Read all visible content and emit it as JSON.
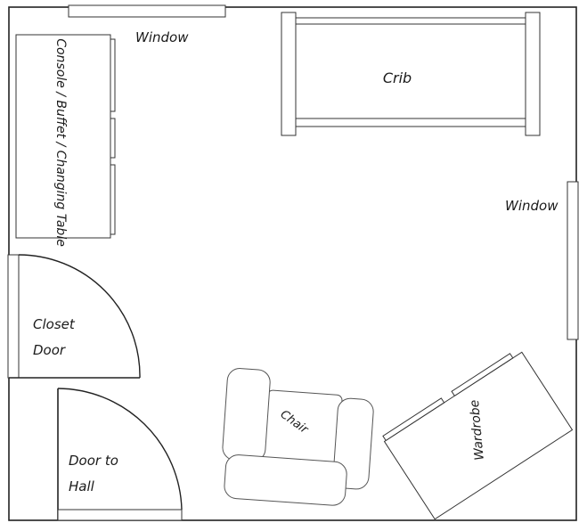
{
  "labels": {
    "window_top": "Window",
    "window_right": "Window",
    "crib": "Crib",
    "console": "Console / Buffet / Changing Table",
    "closet_line1": "Closet",
    "closet_line2": "Door",
    "hall_line1": "Door to",
    "hall_line2": "Hall",
    "chair": "Chair",
    "wardrobe": "Wardrobe"
  }
}
